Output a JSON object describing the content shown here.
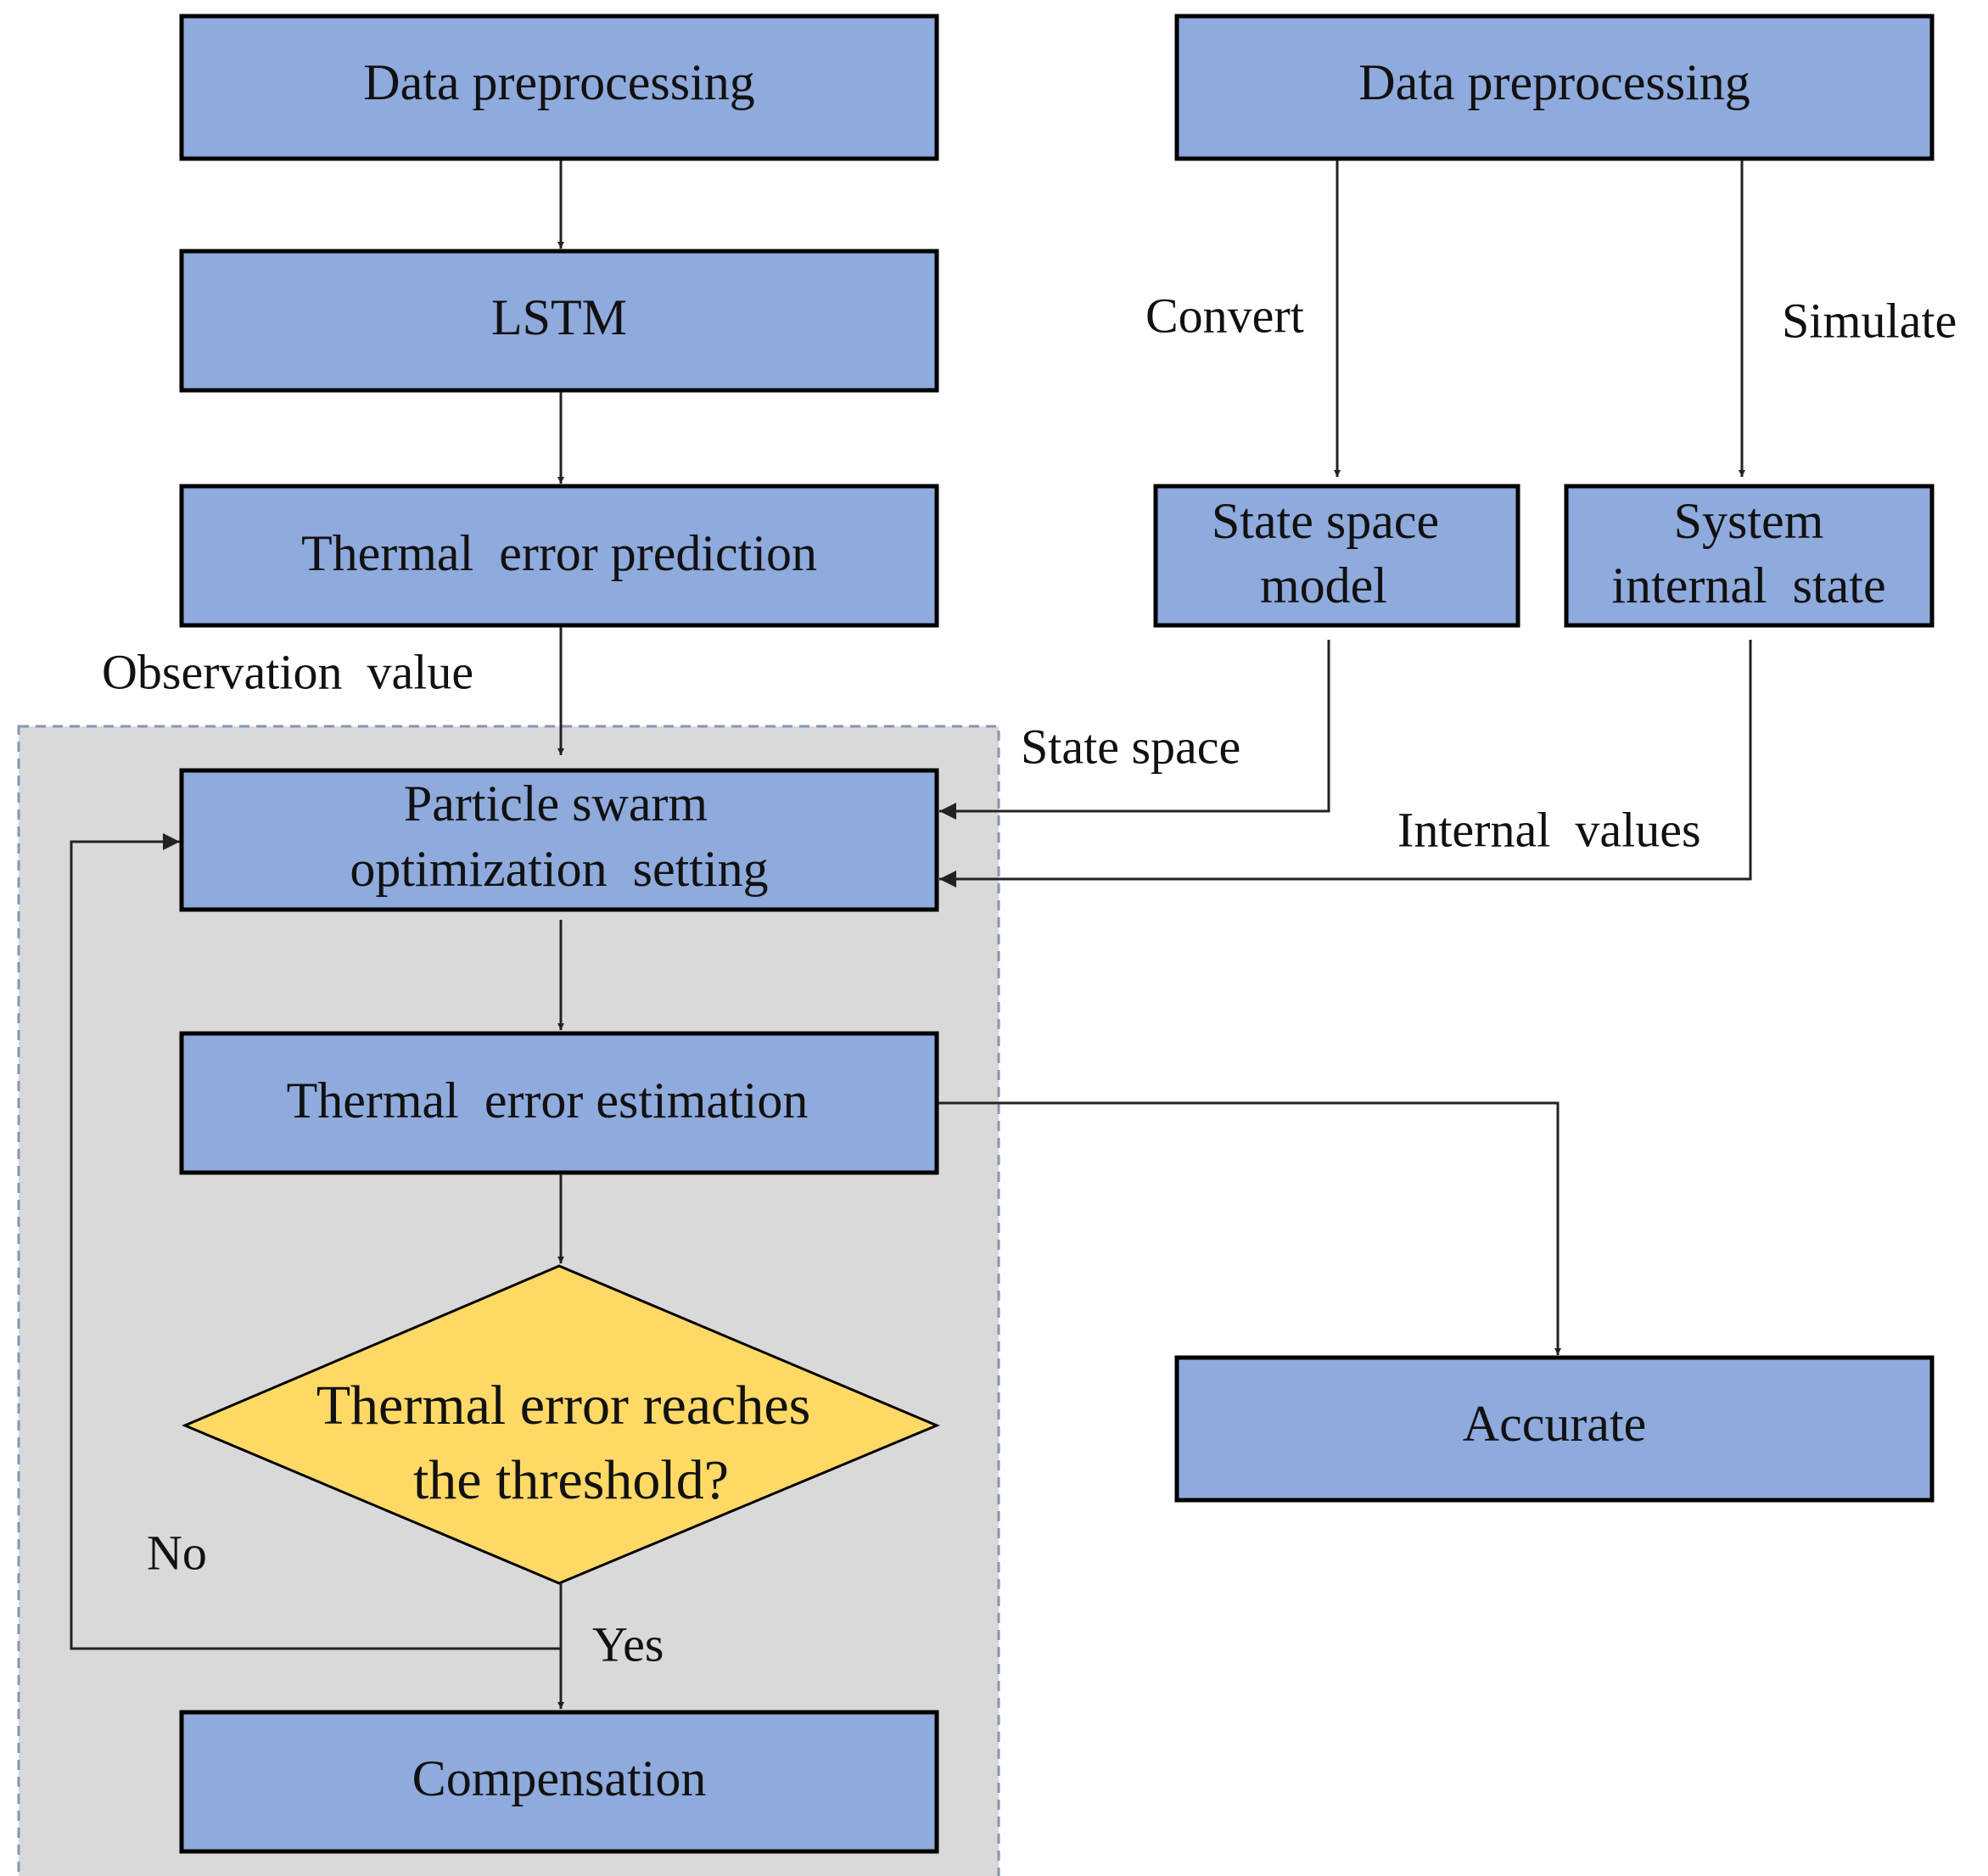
{
  "colors": {
    "box_fill": "#8FAADC",
    "box_stroke": "#000000",
    "decision_fill": "#FFD966",
    "region_fill": "#D9D9D9",
    "region_stroke": "#8497B0",
    "line": "#222222"
  },
  "left_column": {
    "preprocess": "Data preprocessing",
    "lstm": "LSTM",
    "prediction": "Thermal  error prediction",
    "observation_label": "Observation  value",
    "pso_line1": "Particle swarm",
    "pso_line2": "optimization  setting",
    "estimation": "Thermal  error estimation",
    "decision_line1": "Thermal error reaches",
    "decision_line2": "the threshold?",
    "no_label": "No",
    "yes_label": "Yes",
    "compensation": "Compensation"
  },
  "right_column": {
    "preprocess": "Data preprocessing",
    "convert_label": "Convert",
    "simulate_label": "Simulate",
    "state_model_line1": "State space",
    "state_model_line2": "model",
    "internal_state_line1": "System",
    "internal_state_line2": "internal  state",
    "state_space_label": "State space",
    "internal_values_label": "Internal  values",
    "accurate": "Accurate"
  }
}
